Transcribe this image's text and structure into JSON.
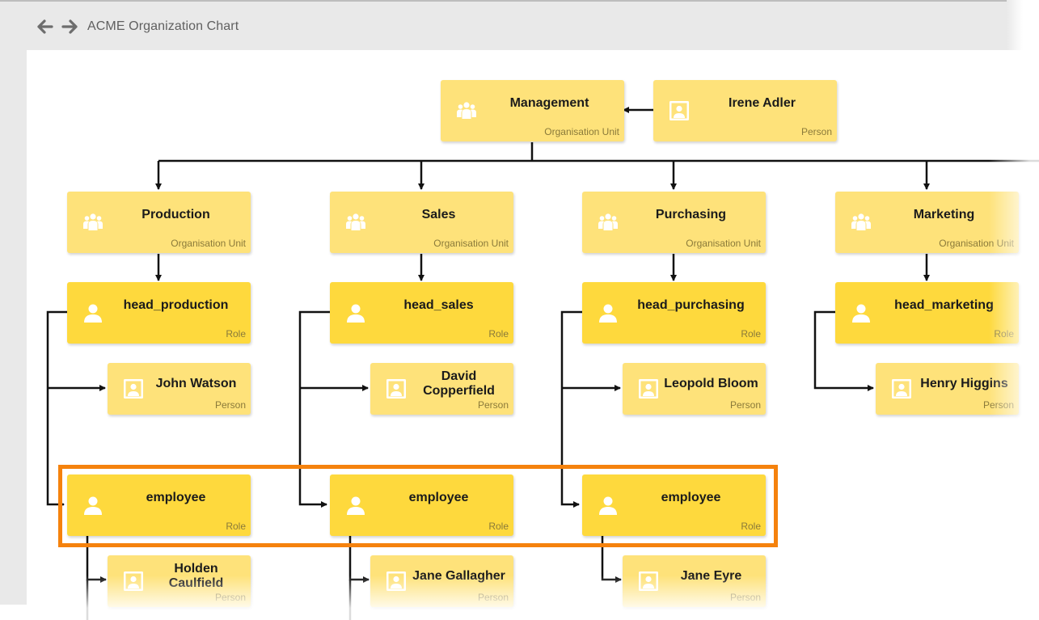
{
  "window": {
    "title": "ACME Organization Chart"
  },
  "icons": {
    "back": "arrow-left-icon",
    "forward": "arrow-right-icon",
    "unit": "group-icon",
    "role": "user-icon",
    "person": "portrait-icon"
  },
  "colors": {
    "unit_node": "#fee27a",
    "role_node": "#fed93d",
    "person_node": "#fee27a",
    "highlight": "#f5820d",
    "link": "#111111"
  },
  "nodes": {
    "management": {
      "name": "Management",
      "type": "Organisation Unit"
    },
    "irene": {
      "name": "Irene Adler",
      "type": "Person"
    },
    "production": {
      "name": "Production",
      "type": "Organisation Unit"
    },
    "sales": {
      "name": "Sales",
      "type": "Organisation Unit"
    },
    "purchasing": {
      "name": "Purchasing",
      "type": "Organisation Unit"
    },
    "marketing": {
      "name": "Marketing",
      "type": "Organisation Unit"
    },
    "head_production": {
      "name": "head_production",
      "type": "Role"
    },
    "head_sales": {
      "name": "head_sales",
      "type": "Role"
    },
    "head_purchasing": {
      "name": "head_purchasing",
      "type": "Role"
    },
    "head_marketing": {
      "name": "head_marketing",
      "type": "Role"
    },
    "john": {
      "name": "John Watson",
      "type": "Person"
    },
    "david": {
      "name": "David Copperfield",
      "type": "Person"
    },
    "leopold": {
      "name": "Leopold Bloom",
      "type": "Person"
    },
    "henry": {
      "name": "Henry Higgins",
      "type": "Person"
    },
    "employee_production": {
      "name": "employee",
      "type": "Role"
    },
    "employee_sales": {
      "name": "employee",
      "type": "Role"
    },
    "employee_purchasing": {
      "name": "employee",
      "type": "Role"
    },
    "holden": {
      "name": "Holden Caulfield",
      "type": "Person"
    },
    "jane_g": {
      "name": "Jane Gallagher",
      "type": "Person"
    },
    "jane_e": {
      "name": "Jane Eyre",
      "type": "Person"
    }
  }
}
